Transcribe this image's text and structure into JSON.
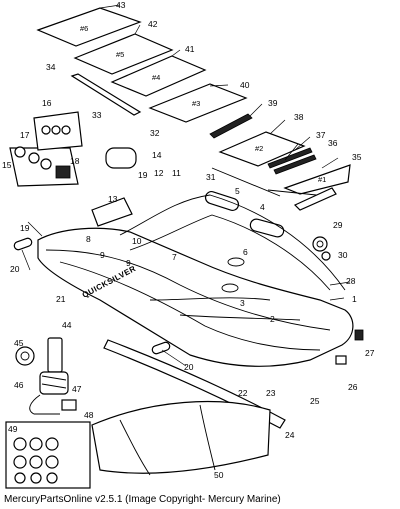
{
  "brand_text": "QUICKSILVER",
  "caption": "MercuryPartsOnline v2.5.1 (Image Copyright- Mercury Marine)",
  "floor_labels": [
    "#6",
    "#5",
    "#4",
    "#3",
    "#2",
    "#1"
  ],
  "callouts": [
    "1",
    "2",
    "3",
    "4",
    "5",
    "6",
    "7",
    "8",
    "9",
    "9",
    "10",
    "11",
    "12",
    "13",
    "14",
    "15",
    "16",
    "17",
    "18",
    "19",
    "19",
    "20",
    "20",
    "21",
    "22",
    "23",
    "24",
    "25",
    "26",
    "27",
    "28",
    "29",
    "30",
    "31",
    "32",
    "33",
    "34",
    "35",
    "36",
    "37",
    "38",
    "39",
    "40",
    "41",
    "42",
    "43",
    "44",
    "45",
    "46",
    "47",
    "48",
    "49",
    "50"
  ]
}
